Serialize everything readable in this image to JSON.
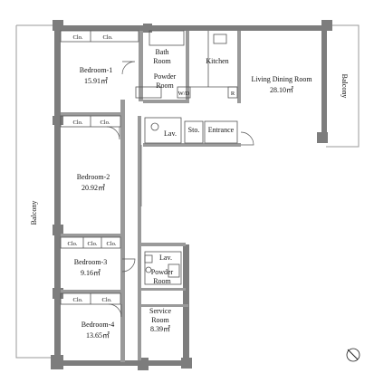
{
  "rooms": {
    "bedroom1": {
      "name": "Bedroom-1",
      "area": "15.91㎡"
    },
    "bedroom2": {
      "name": "Bedroom-2",
      "area": "20.92㎡"
    },
    "bedroom3": {
      "name": "Bedroom-3",
      "area": "9.16㎡"
    },
    "bedroom4": {
      "name": "Bedroom-4",
      "area": "13.65㎡"
    },
    "ldr": {
      "name": "Living Dining Room",
      "area": "28.10㎡"
    },
    "kitchen": {
      "name": "Kitchen"
    },
    "bath": {
      "line1": "Bath",
      "line2": "Room"
    },
    "powder1": {
      "line1": "Powder",
      "line2": "Room"
    },
    "powder2": {
      "line1": "Powder",
      "line2": "Room"
    },
    "service": {
      "line1": "Service",
      "line2": "Room",
      "area": "8.39㎡"
    },
    "lav1": "Lav.",
    "lav2": "Lav.",
    "sto": "Sto.",
    "entrance": "Entrance",
    "wd": "W/D",
    "r": "R"
  },
  "closet_label": "Clo.",
  "balcony_left": "Balcony",
  "balcony_right": "Balcony",
  "colors": {
    "wall": "#808080",
    "line": "#555555",
    "text": "#111111"
  }
}
